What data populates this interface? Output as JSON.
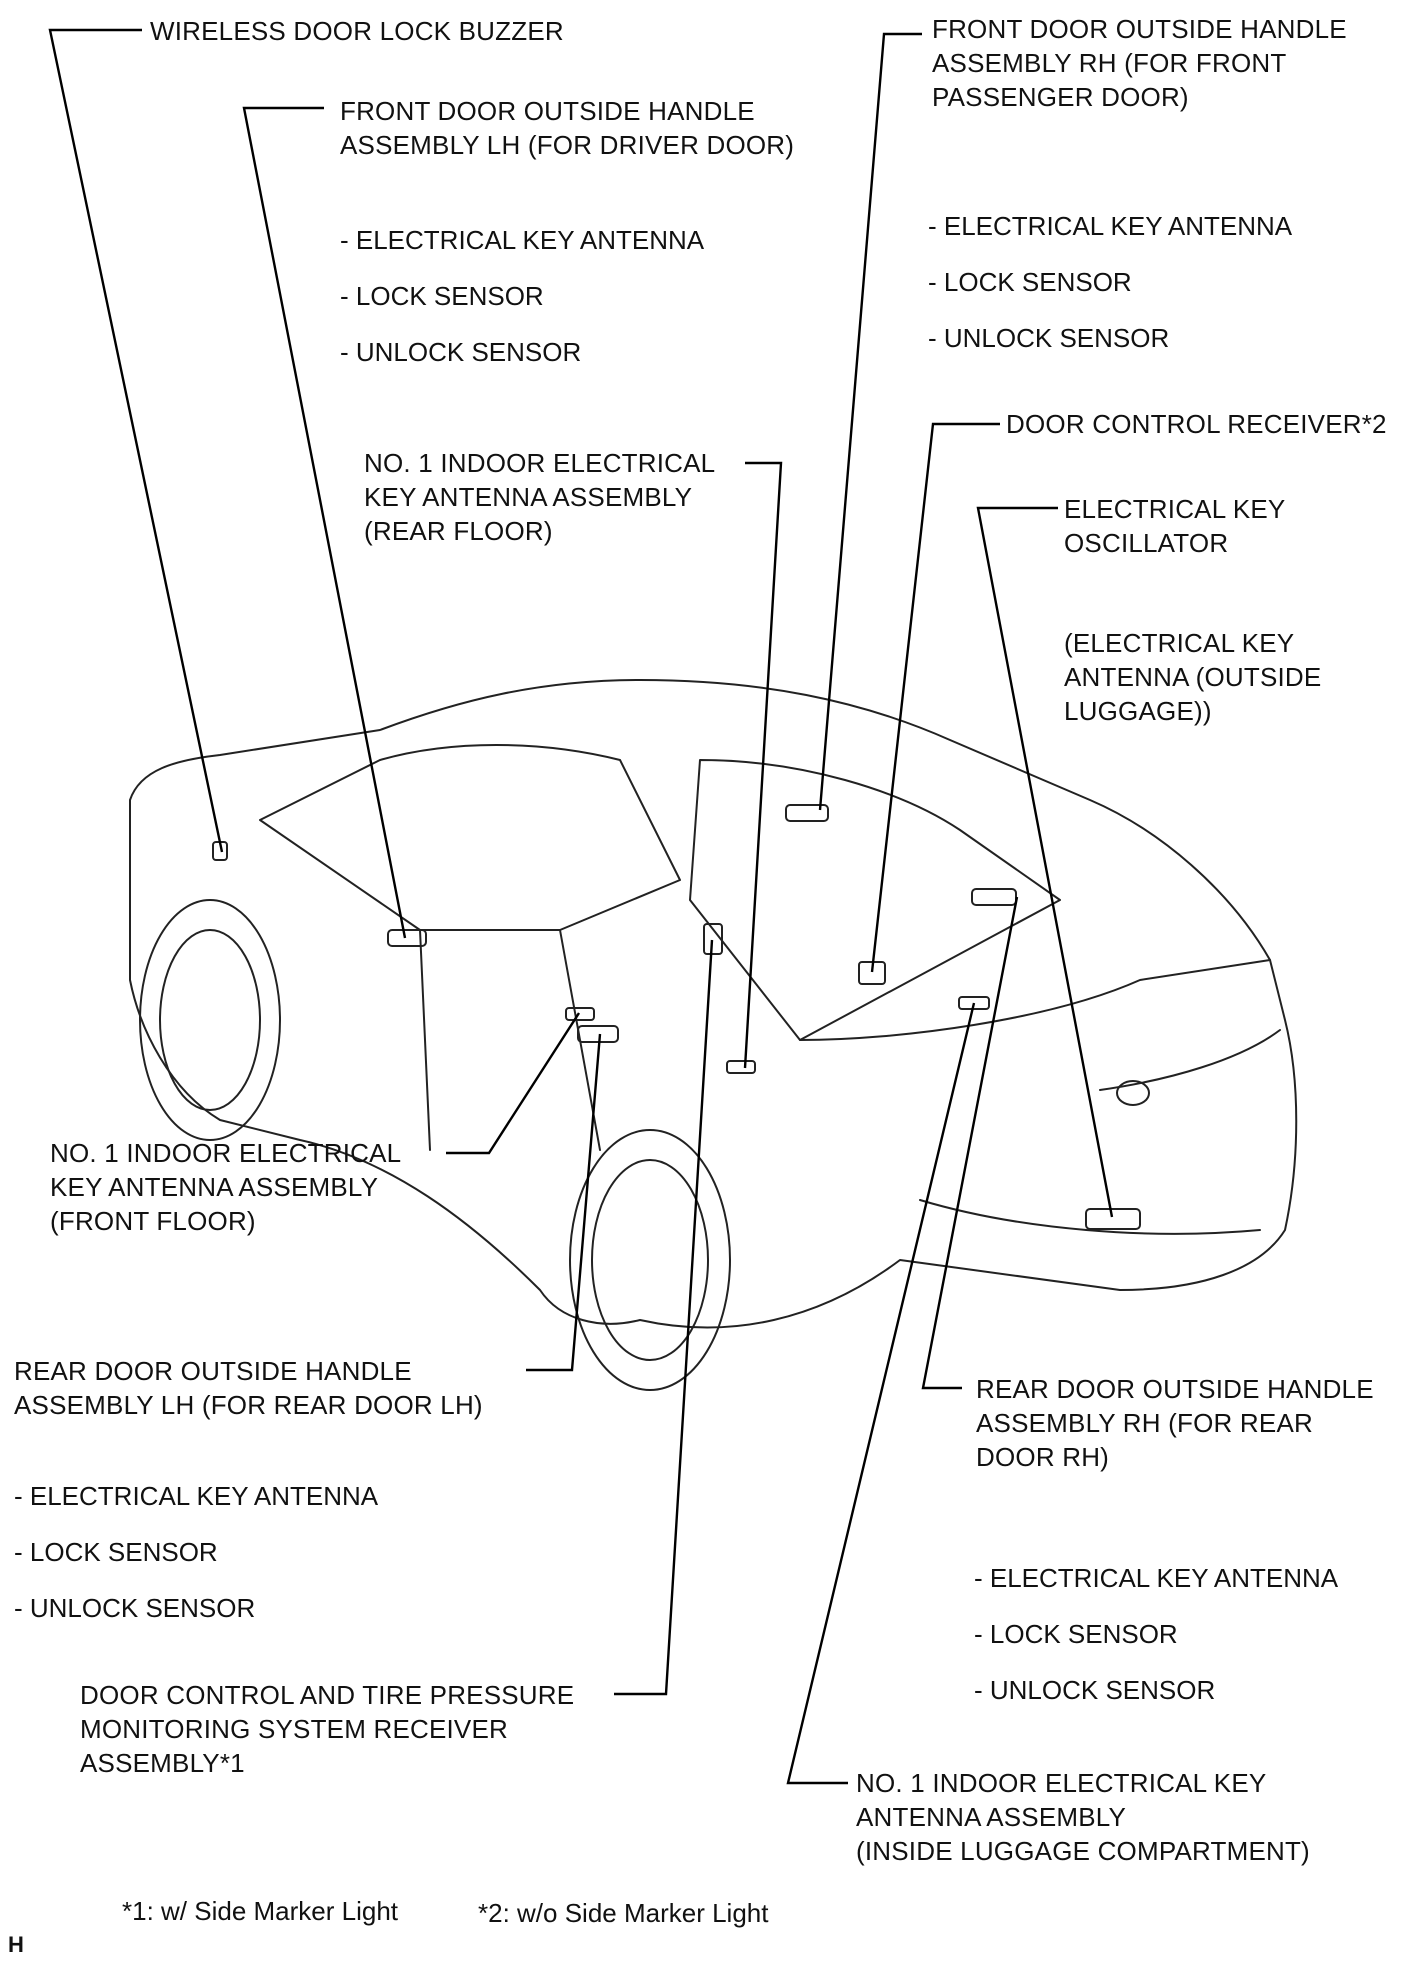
{
  "labels": {
    "buzzer": [
      "WIRELESS DOOR LOCK BUZZER"
    ],
    "front_lh": [
      "FRONT DOOR OUTSIDE HANDLE",
      "ASSEMBLY LH (FOR DRIVER DOOR)"
    ],
    "front_lh_items": [
      "- ELECTRICAL KEY ANTENNA",
      "- LOCK SENSOR",
      "- UNLOCK SENSOR"
    ],
    "front_rh": [
      "FRONT DOOR OUTSIDE HANDLE",
      "ASSEMBLY RH (FOR FRONT",
      "PASSENGER DOOR)"
    ],
    "front_rh_items": [
      "- ELECTRICAL KEY ANTENNA",
      "- LOCK SENSOR",
      "- UNLOCK SENSOR"
    ],
    "door_receiver": [
      "DOOR CONTROL RECEIVER*2"
    ],
    "oscillator": [
      "ELECTRICAL KEY",
      "OSCILLATOR"
    ],
    "oscillator_note": [
      "(ELECTRICAL KEY",
      "ANTENNA (OUTSIDE",
      "LUGGAGE))"
    ],
    "indoor_rear_floor": [
      "NO. 1 INDOOR ELECTRICAL",
      "KEY ANTENNA ASSEMBLY",
      "(REAR FLOOR)"
    ],
    "indoor_front_floor": [
      "NO. 1 INDOOR ELECTRICAL",
      "KEY ANTENNA ASSEMBLY",
      "(FRONT FLOOR)"
    ],
    "rear_lh": [
      "REAR DOOR OUTSIDE HANDLE",
      "ASSEMBLY LH (FOR REAR DOOR LH)"
    ],
    "rear_lh_items": [
      "- ELECTRICAL KEY ANTENNA",
      "- LOCK SENSOR",
      "- UNLOCK SENSOR"
    ],
    "rear_rh": [
      "REAR DOOR OUTSIDE HANDLE",
      "ASSEMBLY RH (FOR REAR",
      "DOOR RH)"
    ],
    "rear_rh_items": [
      "- ELECTRICAL KEY ANTENNA",
      "- LOCK SENSOR",
      "- UNLOCK SENSOR"
    ],
    "tpms_receiver": [
      "DOOR CONTROL AND TIRE PRESSURE",
      "MONITORING SYSTEM RECEIVER",
      "ASSEMBLY*1"
    ],
    "indoor_luggage": [
      "NO. 1 INDOOR ELECTRICAL KEY",
      "ANTENNA ASSEMBLY",
      "(INSIDE LUGGAGE COMPARTMENT)"
    ]
  },
  "footnotes": {
    "note1": "*1: w/ Side Marker Light",
    "note2": "*2: w/o Side Marker Light"
  },
  "corner_mark": "H"
}
